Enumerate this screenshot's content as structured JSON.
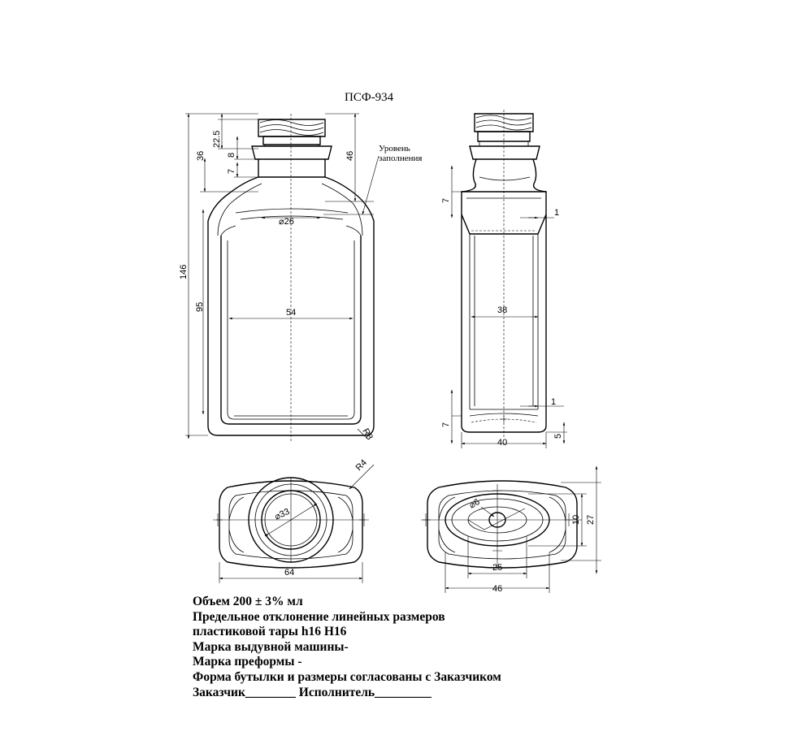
{
  "title": "ПСФ-934",
  "fill_level_label": [
    "Уровень",
    "заполнения"
  ],
  "front_view": {
    "dims": {
      "total_height": "146",
      "body_height": "95",
      "neck_height": "36",
      "thread_height": "22.5",
      "ring_height": "8",
      "collar_height": "7",
      "fill_height": "46",
      "body_width": "54",
      "shoulder_diameter": "⌀26",
      "corner_radius": "R8"
    }
  },
  "side_view": {
    "dims": {
      "shoulder_height": "7",
      "bottom_height": "7",
      "step_top": "1",
      "step_bottom": "1",
      "base_height": "5",
      "body_width": "38",
      "base_width": "40"
    }
  },
  "top_view": {
    "dims": {
      "width": "64",
      "neck_diameter": "⌀33",
      "corner_radius": "R4"
    }
  },
  "bottom_view": {
    "dims": {
      "width": "46",
      "inner_width": "25",
      "depth": "27",
      "inner_depth": "10",
      "gate_diameter": "⌀6"
    }
  },
  "notes": {
    "volume": "Объем 200 ± 3% мл",
    "tolerance_1": "Предельное отклонение линейных размеров",
    "tolerance_2": "пластиковой тары h16 H16",
    "machine": "Марка выдувной машины-",
    "preform": "Марка преформы -",
    "agreement": "Форма бутылки и размеры согласованы с Заказчиком",
    "signatures": "Заказчик________  Исполнитель_________"
  }
}
